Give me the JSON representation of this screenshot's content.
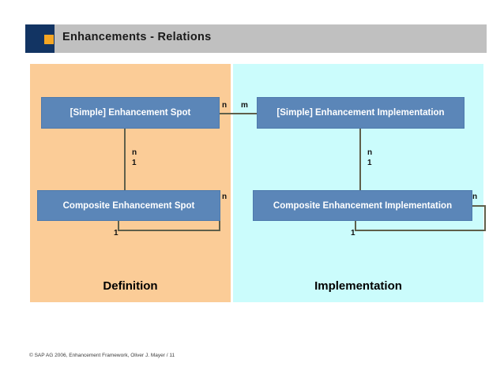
{
  "slide": {
    "title": "Enhancements - Relations",
    "footer": "©  SAP AG 2006, Enhancement Framework, Oliver J. Mayer / 11"
  },
  "panels": {
    "definition": {
      "caption": "Definition",
      "color": "#FBCC97"
    },
    "implementation": {
      "caption": "Implementation",
      "color": "#CBFCFC"
    }
  },
  "entities": [
    {
      "id": "simple-enhancement-spot",
      "label": "[Simple] Enhancement Spot"
    },
    {
      "id": "composite-enhancement-spot",
      "label": "Composite Enhancement Spot"
    },
    {
      "id": "simple-enhancement-implementation",
      "label": "[Simple] Enhancement Implementation"
    },
    {
      "id": "composite-enhancement-implementation",
      "label": "Composite Enhancement Implementation"
    }
  ],
  "cardinalities": {
    "spot_to_impl_left": "n",
    "spot_to_impl_right": "m",
    "spot_vertical_top": "n",
    "spot_vertical_bottom": "1",
    "impl_vertical_top": "n",
    "impl_vertical_bottom": "1",
    "composite_spot_loop_n": "n",
    "composite_spot_loop_1": "1",
    "composite_impl_loop_n": "n",
    "composite_impl_loop_1": "1"
  },
  "colors": {
    "entity_box": "#5B86B8",
    "title_navy": "#123463",
    "title_accent": "#F5A623",
    "title_bar": "#C0C0C0",
    "connector": "#5F5F4A"
  }
}
